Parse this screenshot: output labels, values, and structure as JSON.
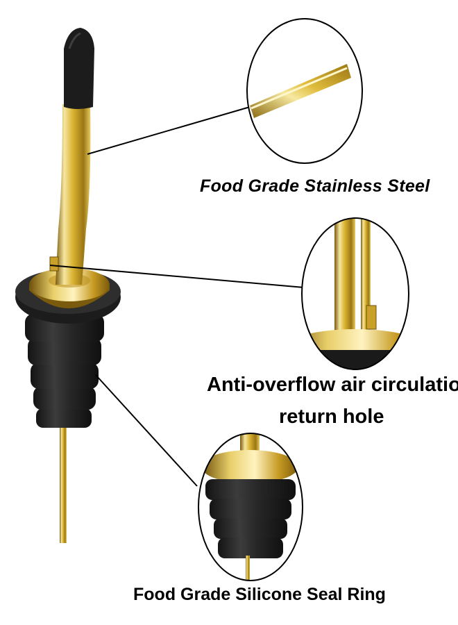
{
  "labels": {
    "stainless_steel": "Food Grade Stainless Steel",
    "air_hole_line1": "Anti-overflow air circulation",
    "air_hole_line2": "return hole",
    "seal_ring": "Food Grade Silicone Seal Ring"
  },
  "colors": {
    "gold": "#d9b230",
    "gold_light": "#f7e9a0",
    "gold_dark": "#8a6a10",
    "rubber": "#2a2a2a",
    "rubber_dark": "#141414",
    "leader_line": "#000000"
  },
  "icons": {
    "product": "pour-spout-icon",
    "detail_tube": "magnified-tube-icon",
    "detail_hole": "magnified-air-hole-icon",
    "detail_seal": "magnified-seal-icon"
  }
}
